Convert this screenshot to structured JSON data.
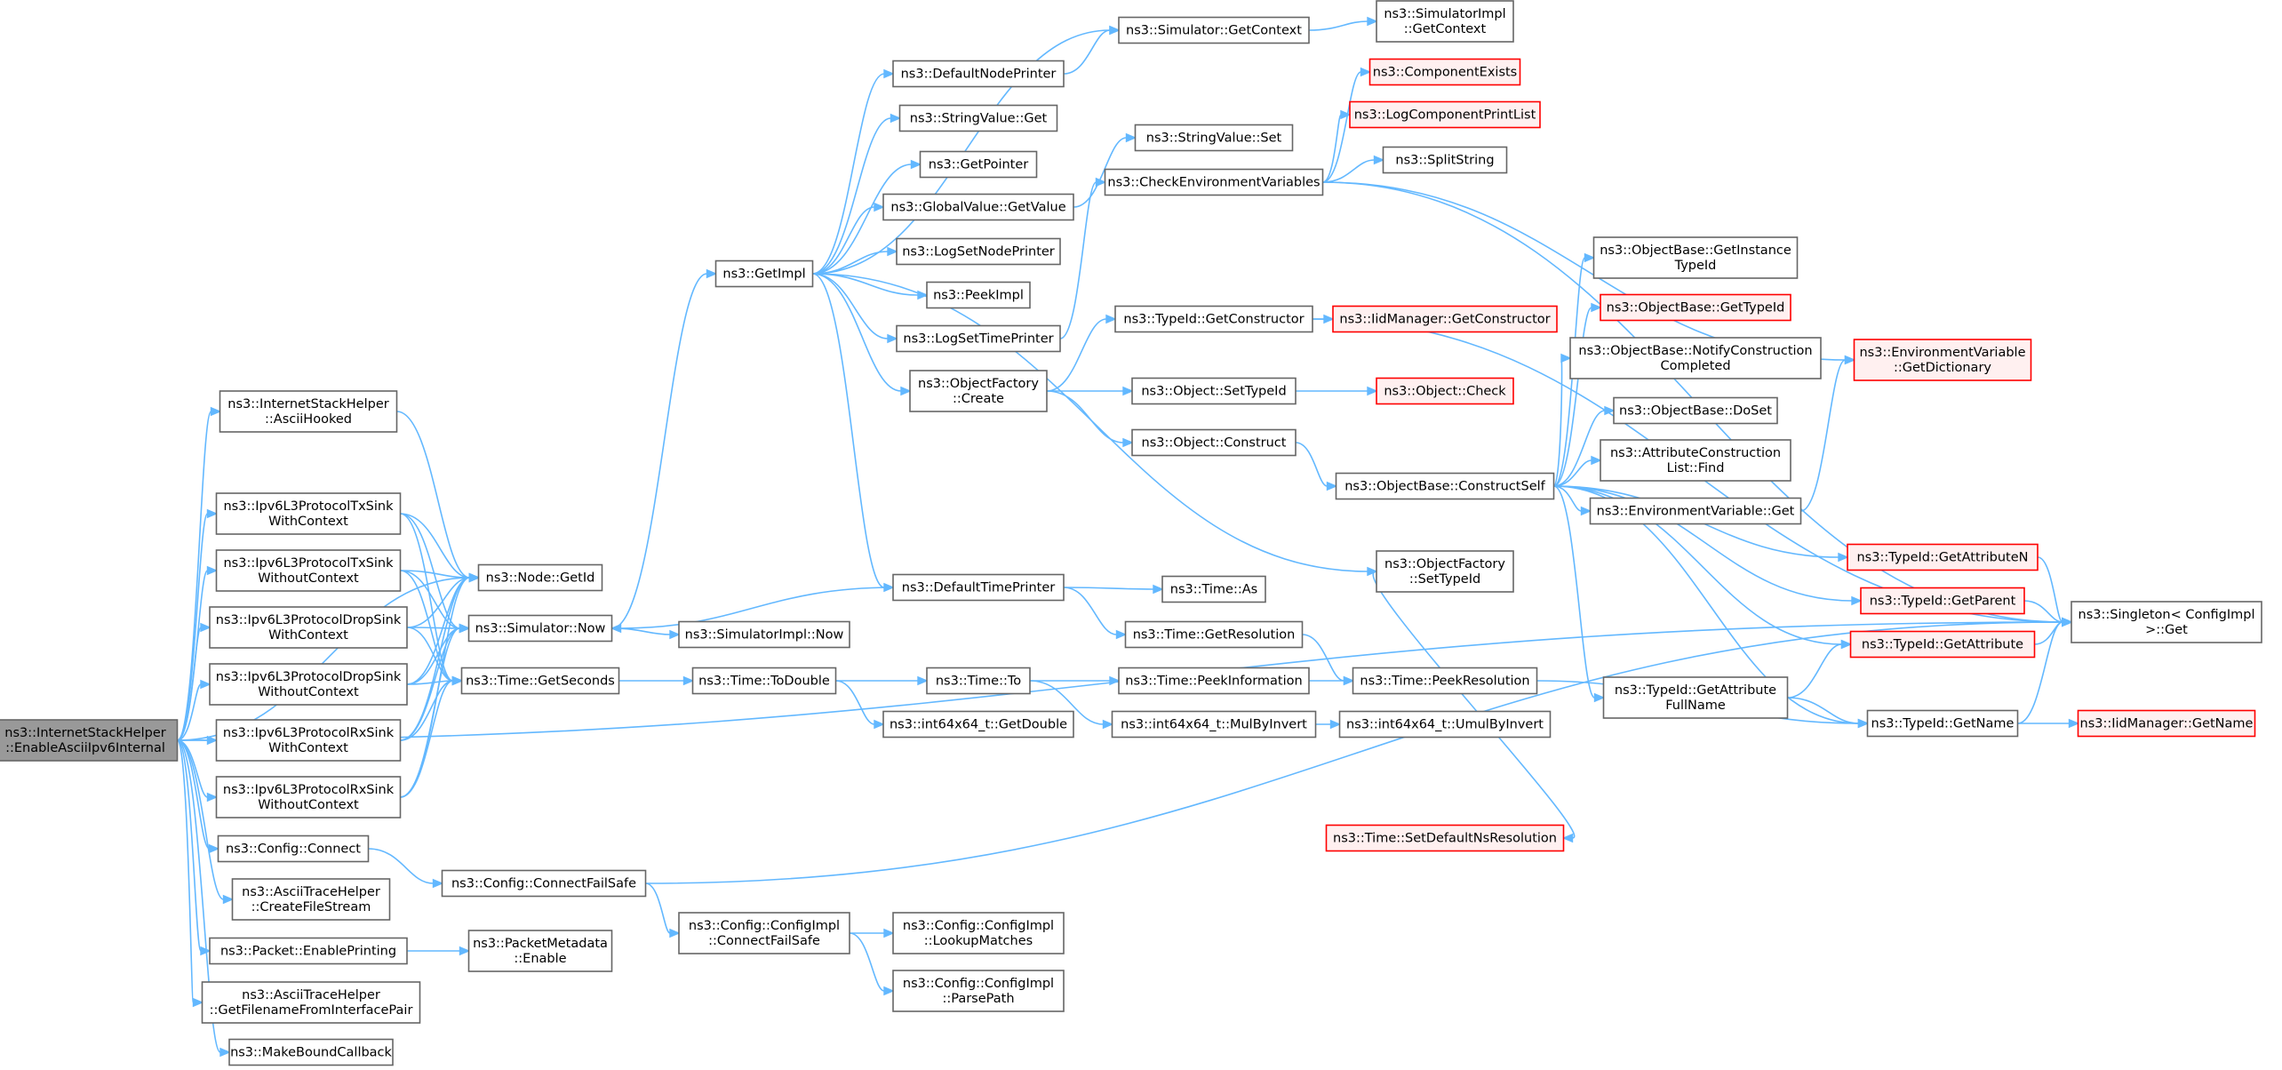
{
  "diagram": {
    "type": "call-graph",
    "colors": {
      "edge": "#63b8ff",
      "node_border": "#666666",
      "root_fill": "#999999",
      "truncated_border": "#ff0000",
      "truncated_fill": "#fff0f0"
    },
    "nodes": [
      {
        "id": "root",
        "lines": [
          "ns3::InternetStackHelper",
          "::EnableAsciiIpv6Internal"
        ],
        "kind": "root"
      },
      {
        "id": "asciiHooked",
        "lines": [
          "ns3::InternetStackHelper",
          "::AsciiHooked"
        ]
      },
      {
        "id": "txSinkWith",
        "lines": [
          "ns3::Ipv6L3ProtocolTxSink",
          "WithContext"
        ]
      },
      {
        "id": "txSinkWithout",
        "lines": [
          "ns3::Ipv6L3ProtocolTxSink",
          "WithoutContext"
        ]
      },
      {
        "id": "dropSinkWith",
        "lines": [
          "ns3::Ipv6L3ProtocolDropSink",
          "WithContext"
        ]
      },
      {
        "id": "dropSinkWithout",
        "lines": [
          "ns3::Ipv6L3ProtocolDropSink",
          "WithoutContext"
        ]
      },
      {
        "id": "rxSinkWith",
        "lines": [
          "ns3::Ipv6L3ProtocolRxSink",
          "WithContext"
        ]
      },
      {
        "id": "rxSinkWithout",
        "lines": [
          "ns3::Ipv6L3ProtocolRxSink",
          "WithoutContext"
        ]
      },
      {
        "id": "configConnect",
        "lines": [
          "ns3::Config::Connect"
        ]
      },
      {
        "id": "createFileStream",
        "lines": [
          "ns3::AsciiTraceHelper",
          "::CreateFileStream"
        ]
      },
      {
        "id": "enablePrinting",
        "lines": [
          "ns3::Packet::EnablePrinting"
        ]
      },
      {
        "id": "getFilename",
        "lines": [
          "ns3::AsciiTraceHelper",
          "::GetFilenameFromInterfacePair"
        ]
      },
      {
        "id": "makeBound",
        "lines": [
          "ns3::MakeBoundCallback"
        ]
      },
      {
        "id": "nodeGetId",
        "lines": [
          "ns3::Node::GetId"
        ]
      },
      {
        "id": "simNow",
        "lines": [
          "ns3::Simulator::Now"
        ]
      },
      {
        "id": "timeGetSeconds",
        "lines": [
          "ns3::Time::GetSeconds"
        ]
      },
      {
        "id": "connectFailSafe",
        "lines": [
          "ns3::Config::ConnectFailSafe"
        ]
      },
      {
        "id": "pmEnable",
        "lines": [
          "ns3::PacketMetadata",
          "::Enable"
        ]
      },
      {
        "id": "getImpl",
        "lines": [
          "ns3::GetImpl"
        ]
      },
      {
        "id": "simImplNow",
        "lines": [
          "ns3::SimulatorImpl::Now"
        ]
      },
      {
        "id": "toDouble",
        "lines": [
          "ns3::Time::ToDouble"
        ]
      },
      {
        "id": "cfgImplCFS",
        "lines": [
          "ns3::Config::ConfigImpl",
          "::ConnectFailSafe"
        ]
      },
      {
        "id": "defaultNodePrinter",
        "lines": [
          "ns3::DefaultNodePrinter"
        ]
      },
      {
        "id": "stringValueGet",
        "lines": [
          "ns3::StringValue::Get"
        ]
      },
      {
        "id": "getPointer",
        "lines": [
          "ns3::GetPointer"
        ]
      },
      {
        "id": "gvGetValue",
        "lines": [
          "ns3::GlobalValue::GetValue"
        ]
      },
      {
        "id": "logSetNodePrinter",
        "lines": [
          "ns3::LogSetNodePrinter"
        ]
      },
      {
        "id": "peekImpl",
        "lines": [
          "ns3::PeekImpl"
        ]
      },
      {
        "id": "logSetTimePrinter",
        "lines": [
          "ns3::LogSetTimePrinter"
        ]
      },
      {
        "id": "ofCreate",
        "lines": [
          "ns3::ObjectFactory",
          "::Create"
        ]
      },
      {
        "id": "defaultTimePrinter",
        "lines": [
          "ns3::DefaultTimePrinter"
        ]
      },
      {
        "id": "timeTo",
        "lines": [
          "ns3::Time::To"
        ]
      },
      {
        "id": "int64GetDouble",
        "lines": [
          "ns3::int64x64_t::GetDouble"
        ]
      },
      {
        "id": "lookupMatches",
        "lines": [
          "ns3::Config::ConfigImpl",
          "::LookupMatches"
        ]
      },
      {
        "id": "parsePath",
        "lines": [
          "ns3::Config::ConfigImpl",
          "::ParsePath"
        ]
      },
      {
        "id": "simGetContext",
        "lines": [
          "ns3::Simulator::GetContext"
        ]
      },
      {
        "id": "stringValueSet",
        "lines": [
          "ns3::StringValue::Set"
        ]
      },
      {
        "id": "checkEnv",
        "lines": [
          "ns3::CheckEnvironmentVariables"
        ]
      },
      {
        "id": "typeIdGetConstructor",
        "lines": [
          "ns3::TypeId::GetConstructor"
        ]
      },
      {
        "id": "objSetTypeId",
        "lines": [
          "ns3::Object::SetTypeId"
        ]
      },
      {
        "id": "objConstruct",
        "lines": [
          "ns3::Object::Construct"
        ]
      },
      {
        "id": "timeAs",
        "lines": [
          "ns3::Time::As"
        ]
      },
      {
        "id": "timeGetResolution",
        "lines": [
          "ns3::Time::GetResolution"
        ]
      },
      {
        "id": "peekInformation",
        "lines": [
          "ns3::Time::PeekInformation"
        ]
      },
      {
        "id": "mulByInvert",
        "lines": [
          "ns3::int64x64_t::MulByInvert"
        ]
      },
      {
        "id": "simImplGetContext",
        "lines": [
          "ns3::SimulatorImpl",
          "::GetContext"
        ]
      },
      {
        "id": "componentExists",
        "lines": [
          "ns3::ComponentExists"
        ],
        "kind": "trunc"
      },
      {
        "id": "logComponentPrintList",
        "lines": [
          "ns3::LogComponentPrintList"
        ],
        "kind": "trunc"
      },
      {
        "id": "splitString",
        "lines": [
          "ns3::SplitString"
        ]
      },
      {
        "id": "iidGetConstructor",
        "lines": [
          "ns3::IidManager::GetConstructor"
        ],
        "kind": "trunc"
      },
      {
        "id": "objCheck",
        "lines": [
          "ns3::Object::Check"
        ],
        "kind": "trunc"
      },
      {
        "id": "constructSelf",
        "lines": [
          "ns3::ObjectBase::ConstructSelf"
        ]
      },
      {
        "id": "ofSetTypeId",
        "lines": [
          "ns3::ObjectFactory",
          "::SetTypeId"
        ]
      },
      {
        "id": "peekResolution",
        "lines": [
          "ns3::Time::PeekResolution"
        ]
      },
      {
        "id": "umulByInvert",
        "lines": [
          "ns3::int64x64_t::UmulByInvert"
        ]
      },
      {
        "id": "setDefaultNsRes",
        "lines": [
          "ns3::Time::SetDefaultNsResolution"
        ],
        "kind": "trunc"
      },
      {
        "id": "obGetInstanceTypeId",
        "lines": [
          "ns3::ObjectBase::GetInstance",
          "TypeId"
        ]
      },
      {
        "id": "obGetTypeId",
        "lines": [
          "ns3::ObjectBase::GetTypeId"
        ],
        "kind": "trunc"
      },
      {
        "id": "obNotifyConstruction",
        "lines": [
          "ns3::ObjectBase::NotifyConstruction",
          "Completed"
        ]
      },
      {
        "id": "obDoSet",
        "lines": [
          "ns3::ObjectBase::DoSet"
        ]
      },
      {
        "id": "aclFind",
        "lines": [
          "ns3::AttributeConstruction",
          "List::Find"
        ]
      },
      {
        "id": "envGet",
        "lines": [
          "ns3::EnvironmentVariable::Get"
        ]
      },
      {
        "id": "tidGetAttrFullName",
        "lines": [
          "ns3::TypeId::GetAttribute",
          "FullName"
        ]
      },
      {
        "id": "envGetDictionary",
        "lines": [
          "ns3::EnvironmentVariable",
          "::GetDictionary"
        ],
        "kind": "trunc"
      },
      {
        "id": "tidGetAttributeN",
        "lines": [
          "ns3::TypeId::GetAttributeN"
        ],
        "kind": "trunc"
      },
      {
        "id": "tidGetParent",
        "lines": [
          "ns3::TypeId::GetParent"
        ],
        "kind": "trunc"
      },
      {
        "id": "tidGetAttribute",
        "lines": [
          "ns3::TypeId::GetAttribute"
        ],
        "kind": "trunc"
      },
      {
        "id": "tidGetName",
        "lines": [
          "ns3::TypeId::GetName"
        ]
      },
      {
        "id": "singletonGet",
        "lines": [
          "ns3::Singleton< ConfigImpl",
          " >::Get"
        ]
      },
      {
        "id": "iidGetName",
        "lines": [
          "ns3::IidManager::GetName"
        ],
        "kind": "trunc"
      }
    ],
    "edges": [
      [
        "root",
        "asciiHooked"
      ],
      [
        "root",
        "txSinkWith"
      ],
      [
        "root",
        "txSinkWithout"
      ],
      [
        "root",
        "dropSinkWith"
      ],
      [
        "root",
        "dropSinkWithout"
      ],
      [
        "root",
        "rxSinkWith"
      ],
      [
        "root",
        "rxSinkWithout"
      ],
      [
        "root",
        "configConnect"
      ],
      [
        "root",
        "createFileStream"
      ],
      [
        "root",
        "enablePrinting"
      ],
      [
        "root",
        "getFilename"
      ],
      [
        "root",
        "makeBound"
      ],
      [
        "root",
        "nodeGetId"
      ],
      [
        "root",
        "singletonGet"
      ],
      [
        "asciiHooked",
        "nodeGetId"
      ],
      [
        "txSinkWith",
        "nodeGetId"
      ],
      [
        "txSinkWith",
        "simNow"
      ],
      [
        "txSinkWith",
        "timeGetSeconds"
      ],
      [
        "txSinkWithout",
        "nodeGetId"
      ],
      [
        "txSinkWithout",
        "simNow"
      ],
      [
        "txSinkWithout",
        "timeGetSeconds"
      ],
      [
        "dropSinkWith",
        "nodeGetId"
      ],
      [
        "dropSinkWith",
        "simNow"
      ],
      [
        "dropSinkWith",
        "timeGetSeconds"
      ],
      [
        "dropSinkWithout",
        "nodeGetId"
      ],
      [
        "dropSinkWithout",
        "simNow"
      ],
      [
        "dropSinkWithout",
        "timeGetSeconds"
      ],
      [
        "rxSinkWith",
        "nodeGetId"
      ],
      [
        "rxSinkWith",
        "simNow"
      ],
      [
        "rxSinkWith",
        "timeGetSeconds"
      ],
      [
        "rxSinkWithout",
        "nodeGetId"
      ],
      [
        "rxSinkWithout",
        "simNow"
      ],
      [
        "rxSinkWithout",
        "timeGetSeconds"
      ],
      [
        "configConnect",
        "connectFailSafe"
      ],
      [
        "enablePrinting",
        "pmEnable"
      ],
      [
        "simNow",
        "getImpl"
      ],
      [
        "simNow",
        "simImplNow"
      ],
      [
        "timeGetSeconds",
        "toDouble"
      ],
      [
        "connectFailSafe",
        "cfgImplCFS"
      ],
      [
        "connectFailSafe",
        "singletonGet"
      ],
      [
        "getImpl",
        "simGetContext"
      ],
      [
        "getImpl",
        "defaultNodePrinter"
      ],
      [
        "getImpl",
        "stringValueGet"
      ],
      [
        "getImpl",
        "getPointer"
      ],
      [
        "getImpl",
        "gvGetValue"
      ],
      [
        "getImpl",
        "logSetNodePrinter"
      ],
      [
        "getImpl",
        "peekImpl"
      ],
      [
        "getImpl",
        "logSetTimePrinter"
      ],
      [
        "getImpl",
        "ofCreate"
      ],
      [
        "getImpl",
        "defaultTimePrinter"
      ],
      [
        "getImpl",
        "ofSetTypeId"
      ],
      [
        "defaultNodePrinter",
        "simGetContext"
      ],
      [
        "defaultTimePrinter",
        "simNow"
      ],
      [
        "defaultTimePrinter",
        "timeAs"
      ],
      [
        "defaultTimePrinter",
        "timeGetResolution"
      ],
      [
        "gvGetValue",
        "stringValueSet"
      ],
      [
        "logSetTimePrinter",
        "checkEnv"
      ],
      [
        "ofCreate",
        "typeIdGetConstructor"
      ],
      [
        "ofCreate",
        "objSetTypeId"
      ],
      [
        "ofCreate",
        "objConstruct"
      ],
      [
        "toDouble",
        "timeTo"
      ],
      [
        "toDouble",
        "int64GetDouble"
      ],
      [
        "cfgImplCFS",
        "lookupMatches"
      ],
      [
        "cfgImplCFS",
        "parsePath"
      ],
      [
        "simGetContext",
        "simImplGetContext"
      ],
      [
        "checkEnv",
        "componentExists"
      ],
      [
        "checkEnv",
        "logComponentPrintList"
      ],
      [
        "checkEnv",
        "splitString"
      ],
      [
        "checkEnv",
        "envGetDictionary"
      ],
      [
        "checkEnv",
        "singletonGet"
      ],
      [
        "typeIdGetConstructor",
        "iidGetConstructor"
      ],
      [
        "typeIdGetConstructor",
        "singletonGet"
      ],
      [
        "objSetTypeId",
        "objCheck"
      ],
      [
        "objConstruct",
        "constructSelf"
      ],
      [
        "timeTo",
        "peekInformation"
      ],
      [
        "timeTo",
        "mulByInvert"
      ],
      [
        "timeGetResolution",
        "peekResolution"
      ],
      [
        "peekInformation",
        "peekResolution"
      ],
      [
        "peekResolution",
        "tidGetName"
      ],
      [
        "mulByInvert",
        "umulByInvert"
      ],
      [
        "ofSetTypeId",
        "setDefaultNsRes"
      ],
      [
        "constructSelf",
        "obGetInstanceTypeId"
      ],
      [
        "constructSelf",
        "obGetTypeId"
      ],
      [
        "constructSelf",
        "obNotifyConstruction"
      ],
      [
        "constructSelf",
        "obDoSet"
      ],
      [
        "constructSelf",
        "aclFind"
      ],
      [
        "constructSelf",
        "envGet"
      ],
      [
        "constructSelf",
        "tidGetAttributeN"
      ],
      [
        "constructSelf",
        "tidGetParent"
      ],
      [
        "constructSelf",
        "tidGetAttribute"
      ],
      [
        "constructSelf",
        "tidGetAttrFullName"
      ],
      [
        "constructSelf",
        "tidGetName"
      ],
      [
        "envGet",
        "envGetDictionary"
      ],
      [
        "tidGetAttributeN",
        "singletonGet"
      ],
      [
        "tidGetParent",
        "singletonGet"
      ],
      [
        "tidGetAttribute",
        "singletonGet"
      ],
      [
        "tidGetAttrFullName",
        "tidGetAttribute"
      ],
      [
        "tidGetAttrFullName",
        "tidGetName"
      ],
      [
        "tidGetName",
        "singletonGet"
      ],
      [
        "tidGetName",
        "iidGetName"
      ]
    ]
  }
}
